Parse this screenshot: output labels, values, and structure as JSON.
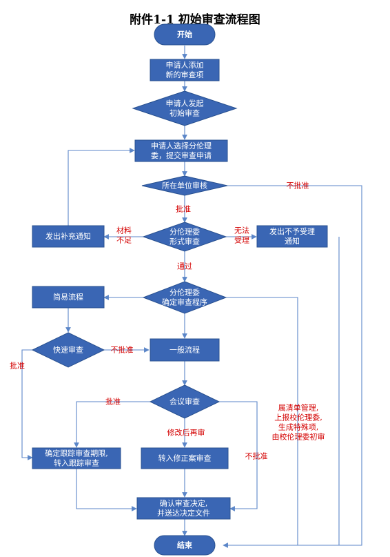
{
  "title": "附件1-1  初始审查流程图",
  "colors": {
    "node_fill": "#3a66b4",
    "node_stroke": "#28508f",
    "line": "#5b86c8",
    "label_red": "#d40000",
    "node_text": "#ffffff"
  },
  "nodes": {
    "start": "开始",
    "add_item": [
      "申请人添加",
      "新的审查项"
    ],
    "initiate": [
      "申请人发起",
      "初始审查"
    ],
    "select_committee": [
      "申请人选择分伦理",
      "委，提交审查申请"
    ],
    "unit_review": "所在单位审核",
    "supplement": "发出补充通知",
    "formal_review": [
      "分伦理委",
      "形式审查"
    ],
    "reject_notice": [
      "发出不予受理",
      "通知"
    ],
    "determine_procedure": [
      "分伦理委",
      "确定审查程序"
    ],
    "simple": "简易流程",
    "quick_review": "快速审查",
    "general": "一般流程",
    "meeting": "会议审查",
    "tracking": [
      "确定跟踪审查期限,",
      "转入跟踪审查"
    ],
    "revision": "转入修正案审查",
    "confirm": [
      "确认审查决定,",
      "并送达决定文件"
    ],
    "end": "结束"
  },
  "labels": {
    "not_approved_top": "不批准",
    "approved_unit": "批准",
    "insufficient": [
      "材料",
      "不足"
    ],
    "cannot_accept": [
      "无法",
      "受理"
    ],
    "passed": "通过",
    "not_approved_quick": "不批准",
    "approved_quick": "批准",
    "approved_meeting": "批准",
    "revise_resubmit": "修改后再审",
    "not_approved_meeting": "不批准",
    "list_management": [
      "属清单管理,",
      "上报校伦理委,",
      "生成特殊项,",
      "由校伦理委初审"
    ]
  }
}
